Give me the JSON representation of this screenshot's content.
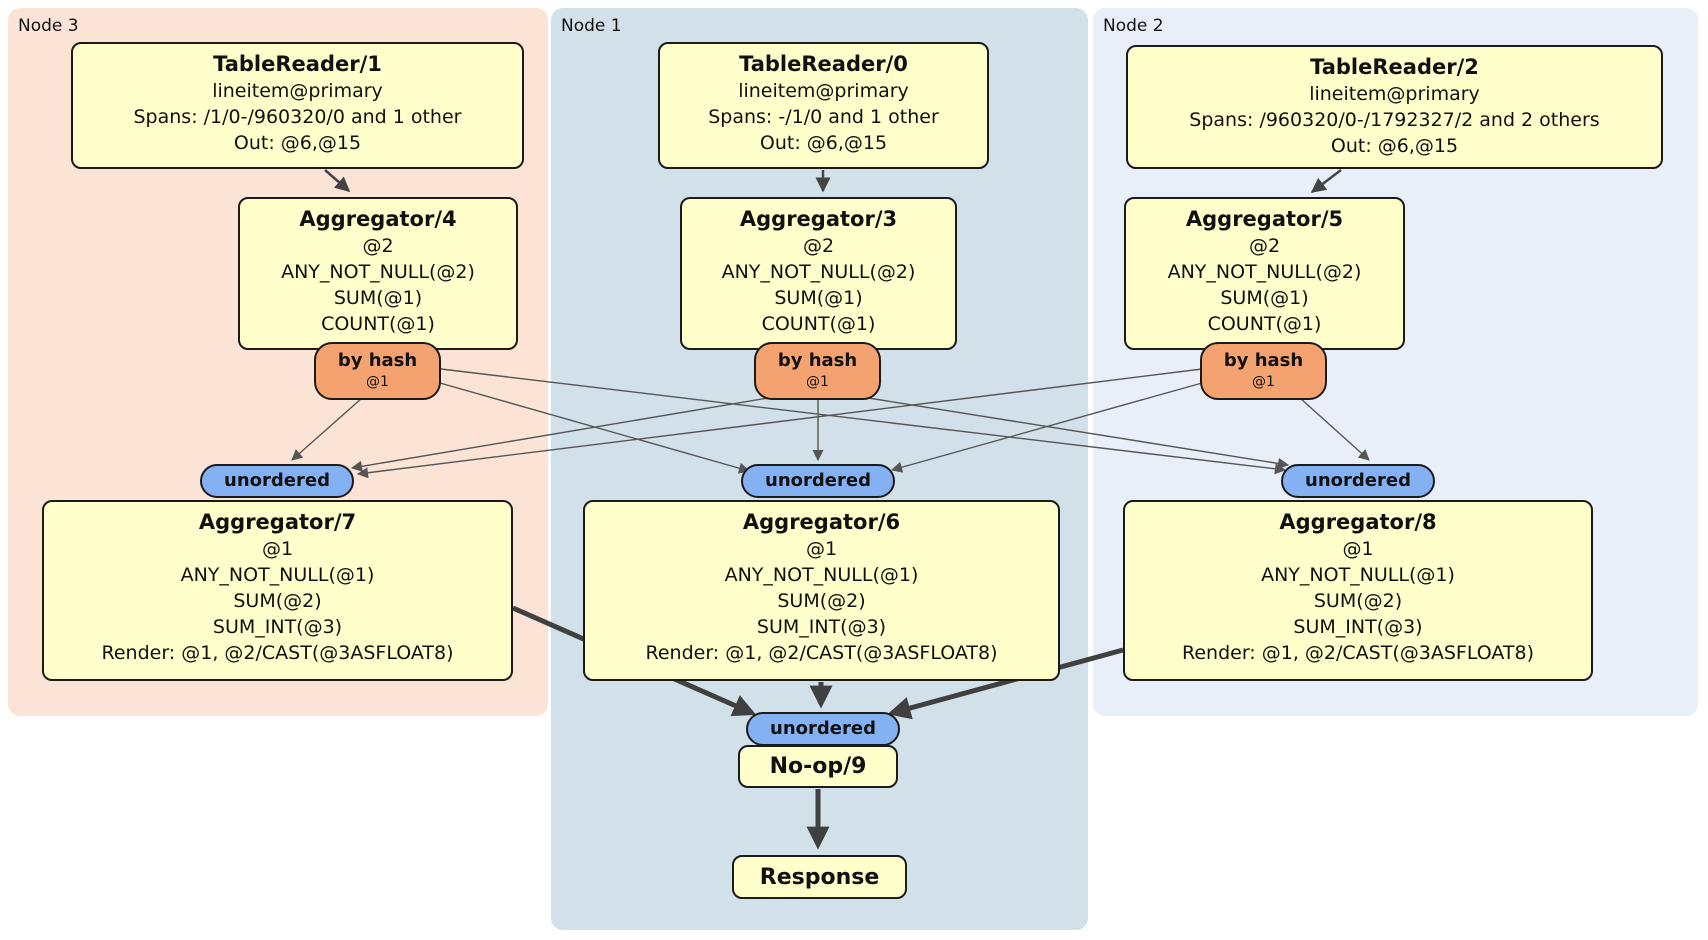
{
  "regions": [
    {
      "id": "node3",
      "label": "Node 3",
      "fill": "#fbe4d6"
    },
    {
      "id": "node1",
      "label": "Node 1",
      "fill": "#d2e0ea"
    },
    {
      "id": "node2",
      "label": "Node 2",
      "fill": "#e9eff9"
    }
  ],
  "processors": {
    "tr1": {
      "title": "TableReader/1",
      "lines": [
        "lineitem@primary",
        "Spans: /1/0-/960320/0 and 1 other",
        "Out: @6,@15"
      ]
    },
    "tr0": {
      "title": "TableReader/0",
      "lines": [
        "lineitem@primary",
        "Spans: -/1/0 and 1 other",
        "Out: @6,@15"
      ]
    },
    "tr2": {
      "title": "TableReader/2",
      "lines": [
        "lineitem@primary",
        "Spans: /960320/0-/1792327/2 and 2 others",
        "Out: @6,@15"
      ]
    },
    "agg4": {
      "title": "Aggregator/4",
      "lines": [
        "@2",
        "ANY_NOT_NULL(@2)",
        "SUM(@1)",
        "COUNT(@1)"
      ]
    },
    "agg3": {
      "title": "Aggregator/3",
      "lines": [
        "@2",
        "ANY_NOT_NULL(@2)",
        "SUM(@1)",
        "COUNT(@1)"
      ]
    },
    "agg5": {
      "title": "Aggregator/5",
      "lines": [
        "@2",
        "ANY_NOT_NULL(@2)",
        "SUM(@1)",
        "COUNT(@1)"
      ]
    },
    "agg7": {
      "title": "Aggregator/7",
      "lines": [
        "@1",
        "ANY_NOT_NULL(@1)",
        "SUM(@2)",
        "SUM_INT(@3)",
        "Render: @1, @2/CAST(@3ASFLOAT8)"
      ]
    },
    "agg6": {
      "title": "Aggregator/6",
      "lines": [
        "@1",
        "ANY_NOT_NULL(@1)",
        "SUM(@2)",
        "SUM_INT(@3)",
        "Render: @1, @2/CAST(@3ASFLOAT8)"
      ]
    },
    "agg8": {
      "title": "Aggregator/8",
      "lines": [
        "@1",
        "ANY_NOT_NULL(@1)",
        "SUM(@2)",
        "SUM_INT(@3)",
        "Render: @1, @2/CAST(@3ASFLOAT8)"
      ]
    },
    "noop": {
      "title": "No-op/9"
    },
    "response": {
      "title": "Response"
    }
  },
  "router": {
    "label": "by hash",
    "detail": "@1"
  },
  "stream": {
    "unordered_label": "unordered"
  },
  "colors": {
    "processor_fill": "#ffffcc",
    "router_fill": "#f4a26f",
    "stream_fill": "#84b1f2",
    "node1_fill": "#d2e0ea",
    "node2_fill": "#e9eff9",
    "node3_fill": "#fbe4d6",
    "edge_thin": "#555555",
    "edge_thick": "#404040",
    "border": "#1b1b1b"
  }
}
